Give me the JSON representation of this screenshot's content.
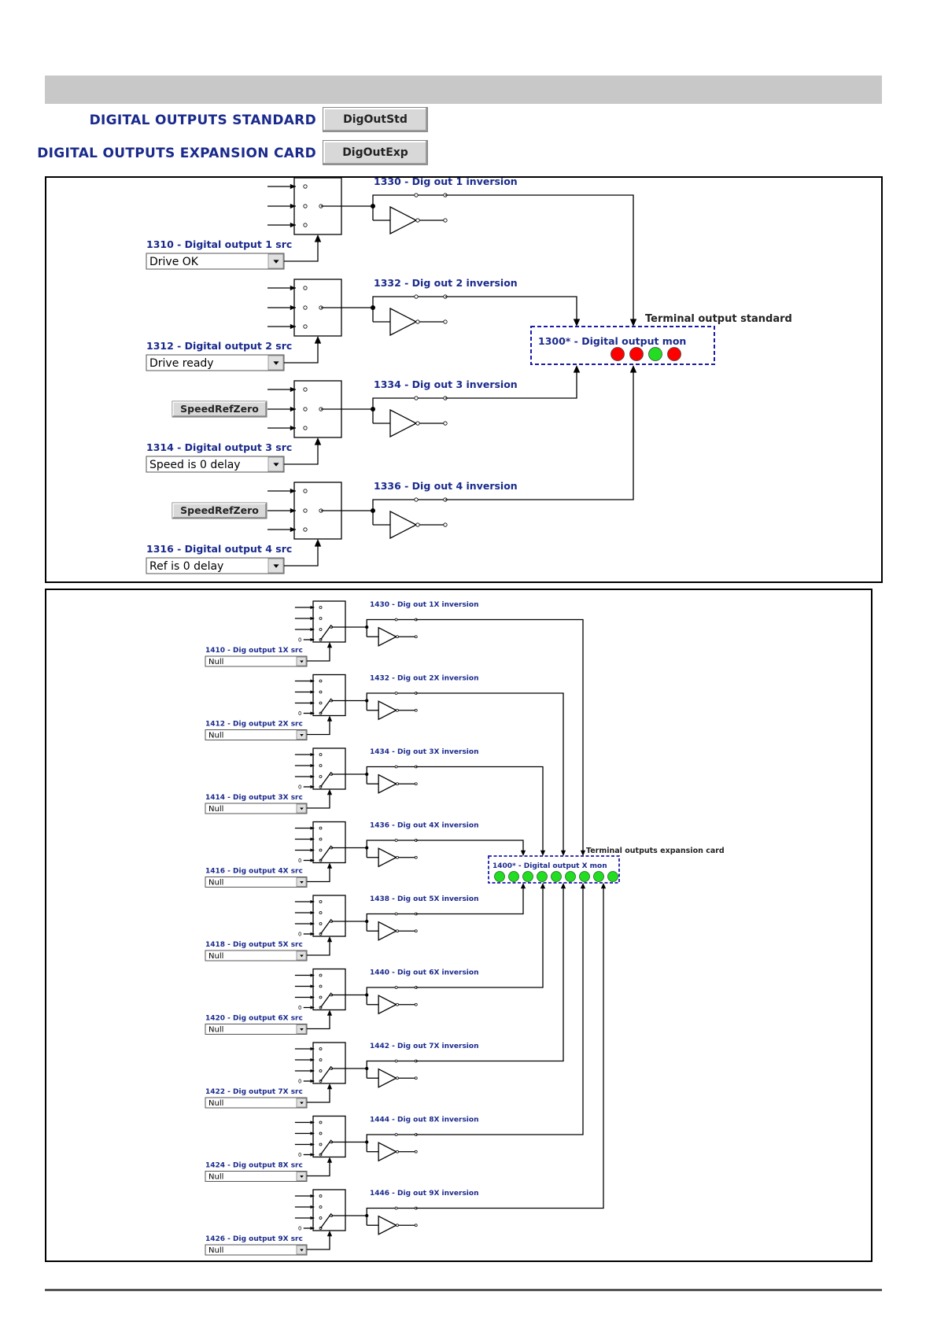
{
  "header": {
    "std_label": "DIGITAL OUTPUTS STANDARD",
    "std_button": "DigOutStd",
    "exp_label": "DIGITAL OUTPUTS EXPANSION CARD",
    "exp_button": "DigOutExp"
  },
  "standard": {
    "terminal_label": "Terminal output standard",
    "monitor_label": "1300* - Digital output mon",
    "leds": [
      "red",
      "red",
      "green",
      "red"
    ],
    "channels": [
      {
        "inversion": "1330 - Dig out 1 inversion",
        "src_label": "1310 - Digital output 1 src",
        "src_value": "Drive OK",
        "extra_button": ""
      },
      {
        "inversion": "1332 - Dig out 2 inversion",
        "src_label": "1312 - Digital output 2 src",
        "src_value": "Drive ready",
        "extra_button": ""
      },
      {
        "inversion": "1334 - Dig out 3 inversion",
        "src_label": "1314 - Digital output 3 src",
        "src_value": "Speed is 0 delay",
        "extra_button": "SpeedRefZero"
      },
      {
        "inversion": "1336 - Dig out 4 inversion",
        "src_label": "1316 - Digital output 4 src",
        "src_value": "Ref is 0 delay",
        "extra_button": "SpeedRefZero"
      }
    ]
  },
  "expansion": {
    "terminal_label": "Terminal outputs expansion card",
    "monitor_label": "1400* - Digital output X mon",
    "leds": [
      "green",
      "green",
      "green",
      "green",
      "green",
      "green",
      "green",
      "green",
      "green"
    ],
    "zero_label": "0",
    "channels": [
      {
        "inversion": "1430 - Dig out 1X inversion",
        "src_label": "1410 - Dig output 1X src",
        "src_value": "Null"
      },
      {
        "inversion": "1432 - Dig out 2X inversion",
        "src_label": "1412 - Dig output 2X src",
        "src_value": "Null"
      },
      {
        "inversion": "1434 - Dig out 3X inversion",
        "src_label": "1414 - Dig output 3X src",
        "src_value": "Null"
      },
      {
        "inversion": "1436 - Dig out 4X inversion",
        "src_label": "1416 - Dig output 4X src",
        "src_value": "Null"
      },
      {
        "inversion": "1438 - Dig out 5X inversion",
        "src_label": "1418 - Dig output 5X src",
        "src_value": "Null"
      },
      {
        "inversion": "1440 - Dig out 6X inversion",
        "src_label": "1420 - Dig output 6X src",
        "src_value": "Null"
      },
      {
        "inversion": "1442 - Dig out 7X inversion",
        "src_label": "1422 - Dig output 7X src",
        "src_value": "Null"
      },
      {
        "inversion": "1444 - Dig out 8X inversion",
        "src_label": "1424 - Dig output 8X src",
        "src_value": "Null"
      },
      {
        "inversion": "1446 - Dig out 9X inversion",
        "src_label": "1426 - Dig output 9X src",
        "src_value": "Null"
      }
    ]
  },
  "colors": {
    "label_blue": "#1a2a8c",
    "monitor_border": "#1a1aa8",
    "led_red": "#ff0000",
    "led_green": "#22dd22",
    "title_bar": "#c8c8c8"
  }
}
